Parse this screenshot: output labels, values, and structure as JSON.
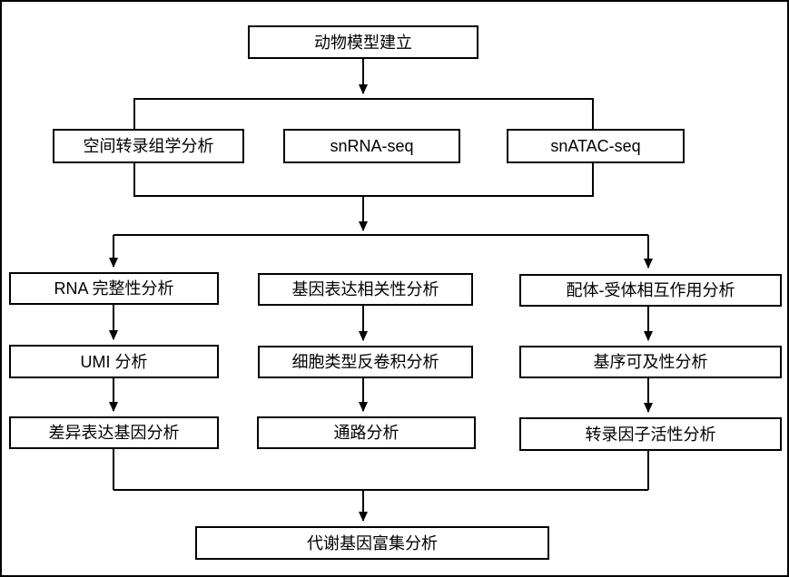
{
  "diagram": {
    "type": "flowchart",
    "colors": {
      "border": "#000000",
      "background": "#ffffff",
      "text": "#000000",
      "connector": "#000000"
    },
    "nodes": {
      "animal_model": {
        "label": "动物模型建立"
      },
      "spatial": {
        "label": "空间转录组学分析"
      },
      "snrna": {
        "label": "snRNA-seq"
      },
      "snatac": {
        "label": "snATAC-seq"
      },
      "rna_integrity": {
        "label": "RNA 完整性分析"
      },
      "gene_corr": {
        "label": "基因表达相关性分析"
      },
      "ligand_receptor": {
        "label": "配体-受体相互作用分析"
      },
      "umi": {
        "label": "UMI 分析"
      },
      "deconv": {
        "label": "细胞类型反卷积分析"
      },
      "motif": {
        "label": "基序可及性分析"
      },
      "deg": {
        "label": "差异表达基因分析"
      },
      "pathway": {
        "label": "通路分析"
      },
      "tf_activity": {
        "label": "转录因子活性分析"
      },
      "metabolic": {
        "label": "代谢基因富集分析"
      }
    },
    "groups": {
      "sequencing_group": {
        "members": [
          "spatial",
          "snrna",
          "snatac"
        ]
      }
    },
    "edges": [
      {
        "from": "animal_model",
        "to": "sequencing_group"
      },
      {
        "from": "sequencing_group",
        "to": "rna_integrity"
      },
      {
        "from": "sequencing_group",
        "to": "gene_corr"
      },
      {
        "from": "sequencing_group",
        "to": "ligand_receptor"
      },
      {
        "from": "rna_integrity",
        "to": "umi"
      },
      {
        "from": "umi",
        "to": "deg"
      },
      {
        "from": "gene_corr",
        "to": "deconv"
      },
      {
        "from": "deconv",
        "to": "pathway"
      },
      {
        "from": "ligand_receptor",
        "to": "motif"
      },
      {
        "from": "motif",
        "to": "tf_activity"
      },
      {
        "from": "deg",
        "to": "metabolic"
      },
      {
        "from": "pathway",
        "to": "metabolic"
      },
      {
        "from": "tf_activity",
        "to": "metabolic"
      }
    ]
  }
}
